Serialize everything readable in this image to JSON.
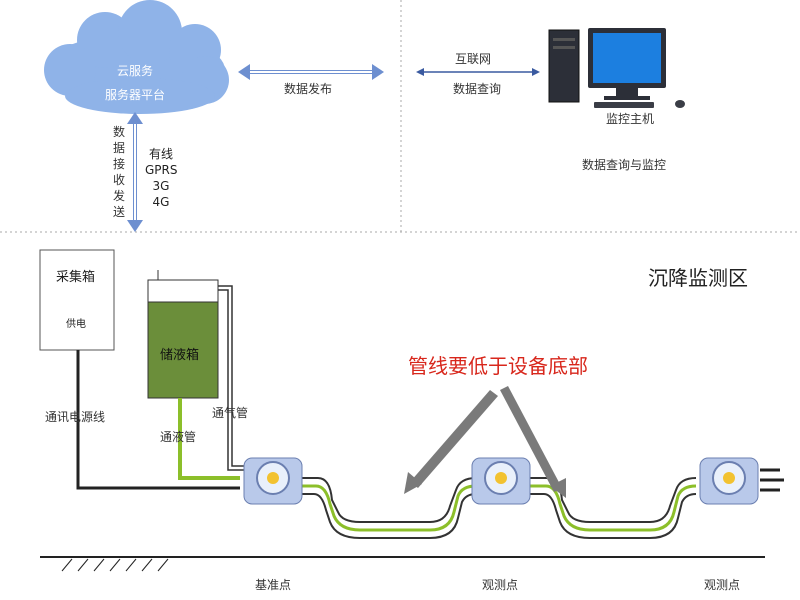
{
  "cloud": {
    "line1": "云服务",
    "line2": "服务器平台"
  },
  "publish_label": "数据发布",
  "internet": {
    "top": "互联网",
    "bottom": "数据查询"
  },
  "host": {
    "label": "监控主机",
    "caption": "数据查询与监控"
  },
  "receive": {
    "vertical_chars": [
      "数",
      "据",
      "接",
      "收",
      "发",
      "送"
    ],
    "methods": [
      "有线",
      "GPRS",
      "3G",
      "4G"
    ]
  },
  "region_title": "沉降监测区",
  "collector": {
    "title": "采集箱",
    "sub": "供电"
  },
  "tank": {
    "title": "储液箱"
  },
  "pipes": {
    "comm_power": "通讯电源线",
    "gas": "通气管",
    "liquid": "通液管"
  },
  "warning": "管线要低于设备底部",
  "points": {
    "base": "基准点",
    "obs1": "观测点",
    "obs2": "观测点"
  },
  "colors": {
    "cloud": "#8fb3e8",
    "tank_fill": "#6b8e3a",
    "warn": "#d8271c",
    "liquid_line": "#8cbf2a"
  }
}
